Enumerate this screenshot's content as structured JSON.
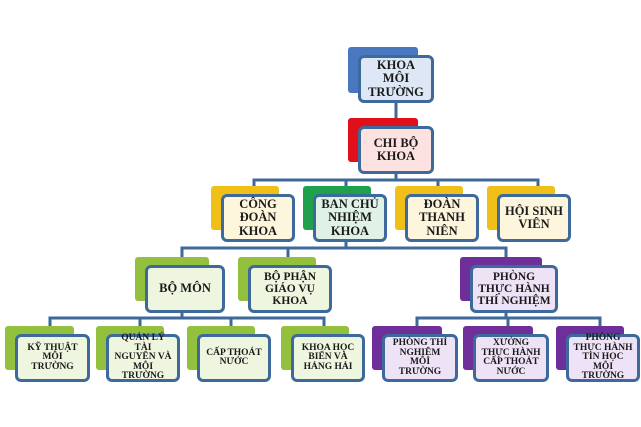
{
  "colors": {
    "line": "#3d6a9a",
    "blue_accent": "#4a78c0",
    "red_accent": "#e0101a",
    "yellow_accent": "#f0c019",
    "green_accent": "#1fa04c",
    "lime_accent": "#93c13e",
    "purple_accent": "#6e2f9a",
    "blue_fill": "#dde7f5",
    "pink_fill": "#fde2e2",
    "cream_fill": "#fdf6dc",
    "mint_fill": "#e0f2e6",
    "lime_fill": "#eef6df",
    "lavender_fill": "#eee3f6"
  },
  "nodes": {
    "khoa_moi_truong": "KHOA MÔI TRƯỜNG",
    "chi_bo_khoa": "CHI BỘ KHOA",
    "cong_doan_khoa": "CÔNG ĐOÀN KHOA",
    "ban_chu_nhiem_khoa": "BAN CHỦ NHIỆM KHOA",
    "doan_thanh_nien": "ĐOÀN THANH NIÊN",
    "hoi_sinh_vien": "HỘI SINH VIÊN",
    "bo_mon": "BỘ MÔN",
    "bo_phan_giao_vu_khoa": "BỘ PHẬN GIÁO VỤ KHOA",
    "phong_thuc_hanh_thi_nghiem": "PHÒNG THỰC HÀNH THÍ NGHIỆM",
    "ky_thuat_moi_truong": "KỸ THUẬT MÔI TRƯỜNG",
    "quan_ly_tai_nguyen": "QUẢN LÝ TÀI NGUYÊN VÀ MÔI TRƯỜNG",
    "cap_thoat_nuoc": "CẤP THOÁT NƯỚC",
    "khoa_hoc_bien": "KHOA HỌC BIỂN VÀ HẢNG HẢI",
    "phong_thi_nghiem_moi_truong": "PHÒNG THÍ NGHIỆM MÔI TRƯỜNG",
    "xuong_thuc_hanh": "XƯỞNG THỰC HÀNH CẤP THOÁT NƯỚC",
    "phong_thuc_hanh_tin_hoc": "PHÒNG THỰC HÀNH TIN HỌC MÔI TRƯỜNG"
  }
}
